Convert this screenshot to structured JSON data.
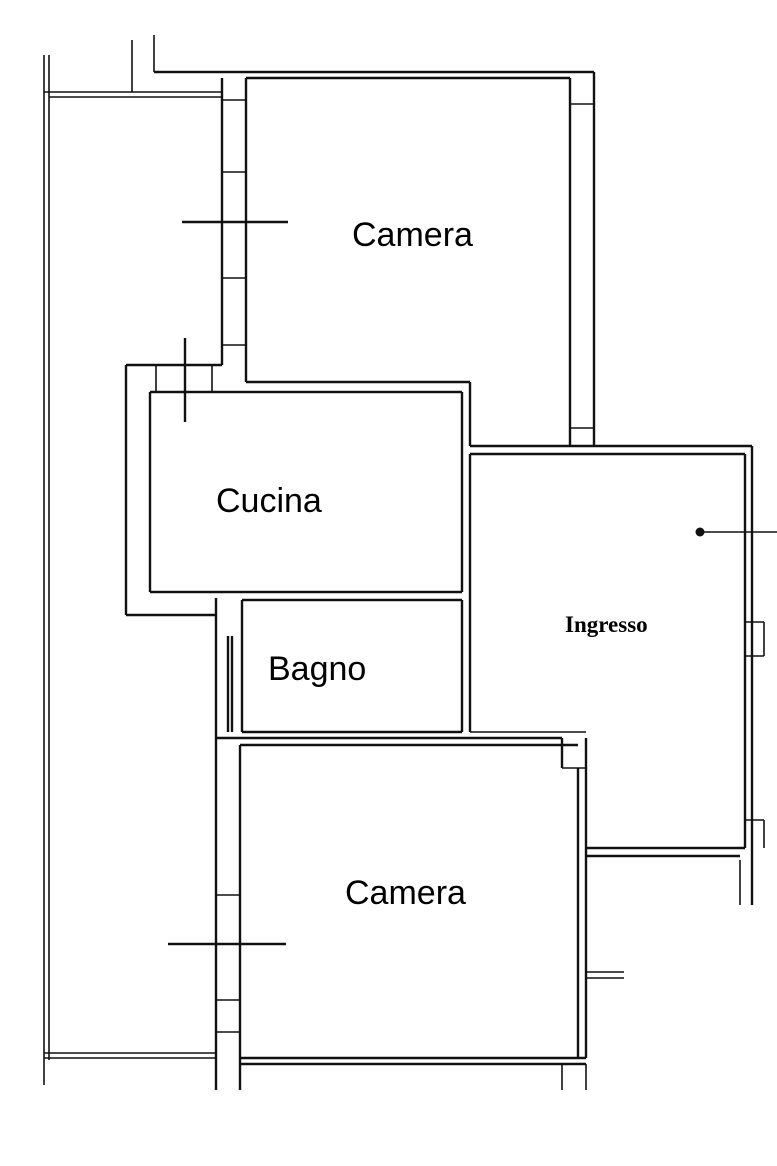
{
  "floor_plan": {
    "rooms": [
      {
        "id": "camera-top",
        "label": "Camera"
      },
      {
        "id": "cucina",
        "label": "Cucina"
      },
      {
        "id": "bagno",
        "label": "Bagno"
      },
      {
        "id": "ingresso",
        "label": "Ingresso"
      },
      {
        "id": "camera-bottom",
        "label": "Camera"
      }
    ],
    "colors": {
      "line": "#111111",
      "background": "#ffffff"
    },
    "entry_arrow": "entrance-arrow-icon"
  }
}
